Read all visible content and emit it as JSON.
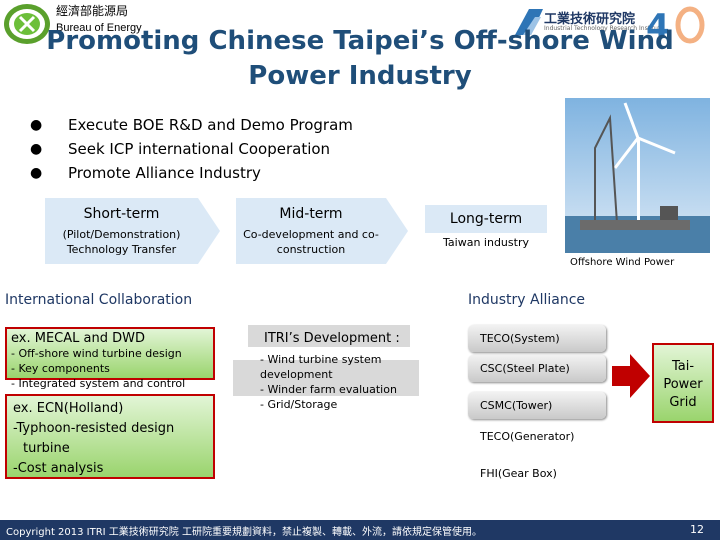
{
  "header": {
    "agency_zh": "經濟部能源局",
    "agency_en": "Bureau of Energy",
    "title": "Promoting Chinese Taipei’s Off-shore Wind Power Industry",
    "itri_zh": "工業技術研究院",
    "itri_en": "Industrial Technology Research Institute"
  },
  "bullets": [
    "Execute BOE R&D and Demo Program",
    "Seek ICP international Cooperation",
    "Promote Alliance Industry"
  ],
  "photo_caption": "Offshore Wind Power",
  "terms": {
    "short": {
      "label": "Short-term",
      "desc": "(Pilot/Demonstration) Technology Transfer"
    },
    "mid": {
      "label": "Mid-term",
      "desc": "Co-development and co-construction"
    },
    "long": {
      "label": "Long-term",
      "desc": "Taiwan industry"
    }
  },
  "sections": {
    "international": "International Collaboration",
    "industry": "Industry Alliance"
  },
  "mecal": {
    "heading": "ex. MECAL and DWD",
    "lines": [
      "- Off-shore wind turbine design",
      "- Key components",
      "- Integrated system and control"
    ]
  },
  "ecn": {
    "lines": [
      "ex. ECN(Holland)",
      "-Typhoon-resisted design",
      "turbine",
      "-Cost analysis"
    ]
  },
  "itri_dev": {
    "heading": "ITRI’s Development :",
    "lines": [
      "- Wind turbine system",
      "development",
      "- Winder farm evaluation",
      "- Grid/Storage"
    ]
  },
  "industry_items": [
    "TECO(System)",
    "CSC(Steel Plate)",
    "CSMC(Tower)",
    "TECO(Generator)",
    "FHI(Gear Box)"
  ],
  "grid_box": [
    "Tai-",
    "Power",
    "Grid"
  ],
  "footer": {
    "text": "Copyright 2013 ITRI 工業技術研究院  工研院重要規劃資料，禁止複製、轉載、外流，請依規定保管使用。",
    "page": "12"
  },
  "colors": {
    "title": "#1f4e79",
    "arrow_fill": "#dbe9f6",
    "green_box": "#9ad46d",
    "box_border": "#c00000",
    "footer_bar": "#1f3864"
  }
}
